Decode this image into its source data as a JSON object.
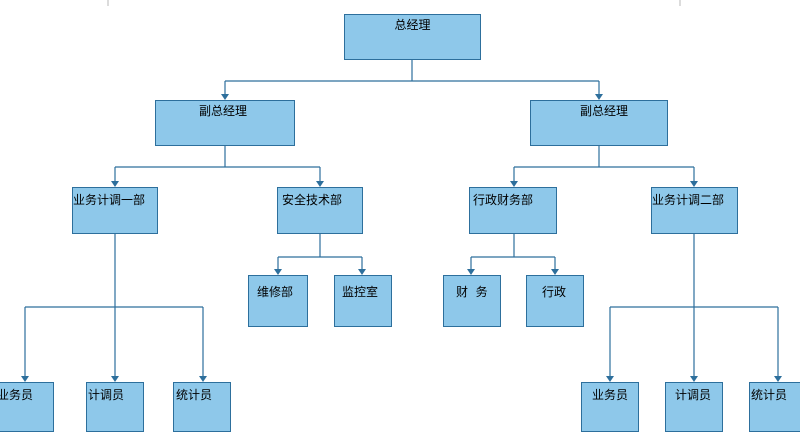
{
  "org_chart": {
    "general_manager": "总经理",
    "deputy_left": "副总经理",
    "deputy_right": "副总经理",
    "dept_business1": "业务计调一部",
    "dept_security": "安全技术部",
    "dept_admin_fin": "行政财务部",
    "dept_business2": "业务计调二部",
    "unit_maintenance": "维修部",
    "unit_monitor": "监控室",
    "unit_finance": "财  务",
    "unit_admin": "行政",
    "staff_l_sales": "业务员",
    "staff_l_dispatch": "计调员",
    "staff_l_stats": "统计员",
    "staff_r_sales": "业务员",
    "staff_r_dispatch": "计调员",
    "staff_r_stats": "统计员"
  },
  "colors": {
    "box_fill": "#8ec8ea",
    "box_border": "#2d6f9c",
    "connector": "#2d6f9c"
  }
}
